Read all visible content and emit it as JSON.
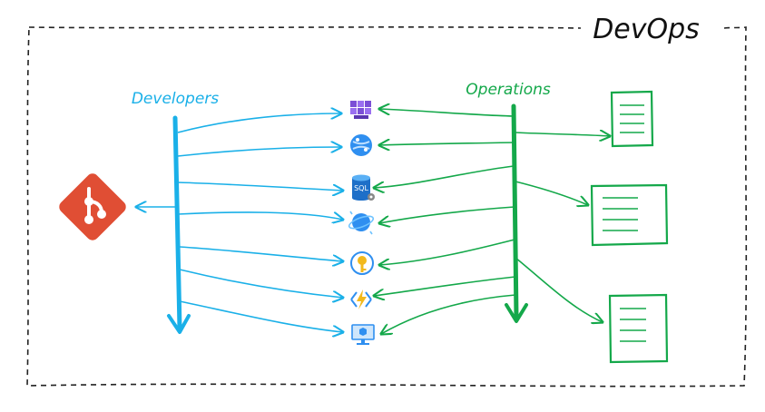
{
  "frame": {
    "title": "DevOps"
  },
  "developers": {
    "label": "Developers",
    "color": "#1ab0e8"
  },
  "operations": {
    "label": "Operations",
    "color": "#14a84a"
  },
  "git": {
    "icon": "git-icon",
    "color": "#e04e34"
  },
  "services": [
    {
      "icon": "container-registry-icon"
    },
    {
      "icon": "app-service-icon"
    },
    {
      "icon": "sql-database-icon"
    },
    {
      "icon": "cosmos-db-icon"
    },
    {
      "icon": "key-vault-icon"
    },
    {
      "icon": "function-app-icon"
    },
    {
      "icon": "virtual-machine-icon"
    }
  ],
  "documents": [
    {
      "icon": "document-icon"
    },
    {
      "icon": "document-icon"
    },
    {
      "icon": "document-icon"
    }
  ]
}
